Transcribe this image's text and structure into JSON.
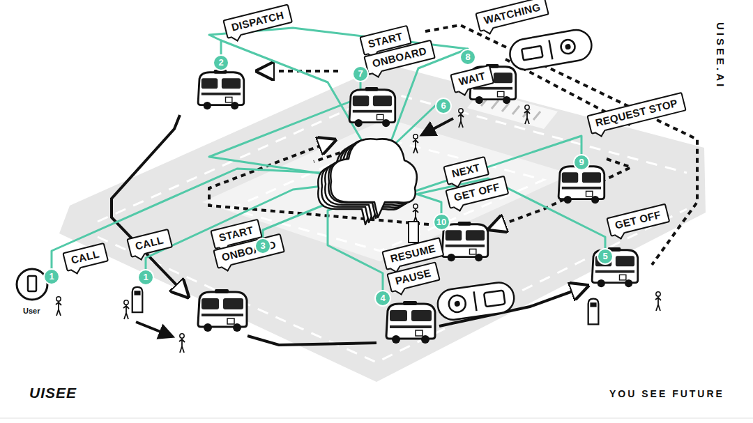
{
  "diagram": {
    "nodes": [
      {
        "text": [
          "DISPATCH"
        ]
      },
      {
        "text": [
          "2"
        ]
      },
      {
        "text": [
          "WATCHING"
        ]
      },
      {
        "text": [
          "8"
        ]
      },
      {
        "text": [
          "START"
        ]
      },
      {
        "text": [
          "ONBOARD"
        ]
      },
      {
        "text": [
          "7"
        ]
      },
      {
        "text": [
          "WAIT"
        ]
      },
      {
        "text": [
          "6"
        ]
      },
      {
        "text": [
          "REQUEST STOP"
        ]
      },
      {
        "text": [
          "9"
        ]
      },
      {
        "text": [
          "NEXT"
        ]
      },
      {
        "text": [
          "GET OFF"
        ]
      },
      {
        "text": [
          "10"
        ]
      },
      {
        "text": [
          "START"
        ]
      },
      {
        "text": [
          "ONBOARD"
        ]
      },
      {
        "text": [
          "3"
        ]
      },
      {
        "text": [
          "CALL"
        ]
      },
      {
        "text": [
          "1"
        ]
      },
      {
        "text": [
          "CALL"
        ]
      },
      {
        "text": [
          "1"
        ]
      },
      {
        "text": [
          "GET OFF"
        ]
      },
      {
        "text": [
          "5"
        ]
      },
      {
        "text": [
          "RESUME"
        ]
      },
      {
        "text": [
          "PAUSE"
        ]
      },
      {
        "text": [
          "4"
        ]
      }
    ],
    "labels": [
      "User",
      "UISEE",
      "YOU SEE FUTURE",
      "UISEE.AI"
    ]
  }
}
